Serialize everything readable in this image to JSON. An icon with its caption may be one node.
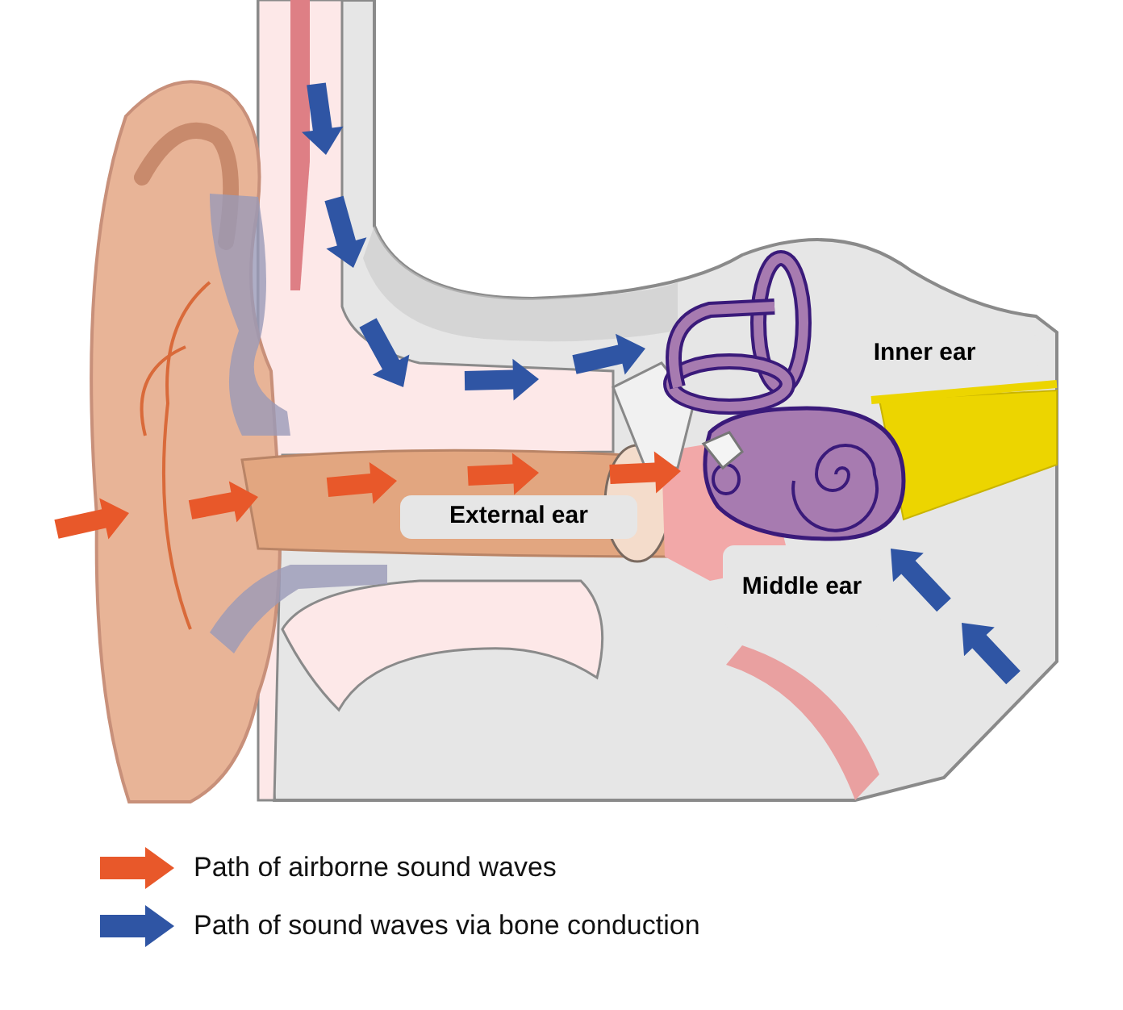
{
  "diagram": {
    "nodes": [
      {
        "text": [
          "External ear"
        ]
      },
      {
        "text": [
          "Inner ear"
        ]
      },
      {
        "text": [
          "Middle ear"
        ]
      }
    ],
    "legend": [
      {
        "text": "Path of airborne sound waves",
        "color": "#e8582a"
      },
      {
        "text": "Path of sound waves via bone conduction",
        "color": "#2f55a4"
      }
    ]
  }
}
